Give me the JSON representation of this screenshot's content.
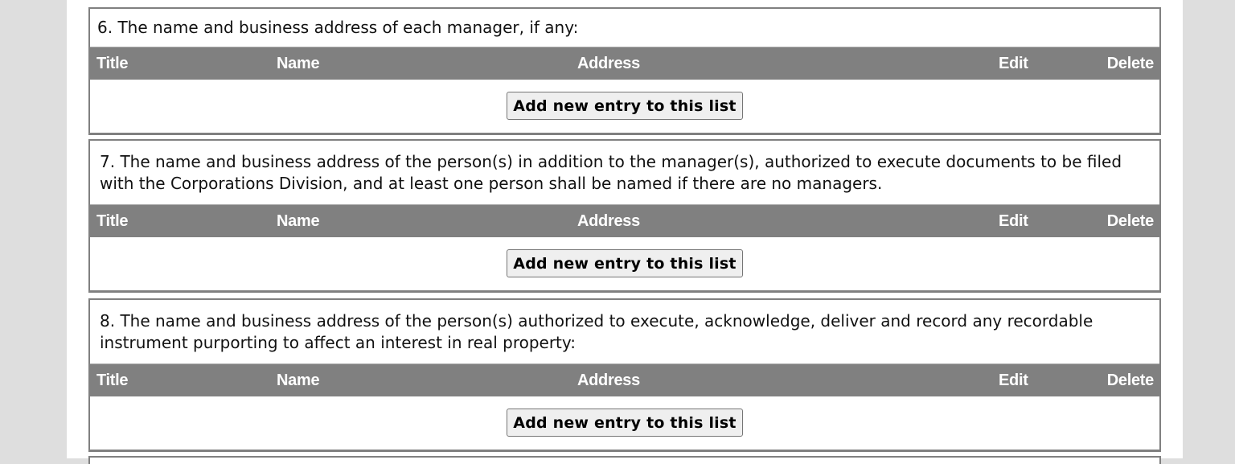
{
  "sections": [
    {
      "number": "6",
      "question": "6. The name and business address of each manager, if any:",
      "columns": {
        "title": "Title",
        "name": "Name",
        "address": "Address",
        "edit": "Edit",
        "delete": "Delete"
      },
      "rows": [],
      "add_button_label": "Add new entry to this list"
    },
    {
      "number": "7",
      "question": "7. The name and business address of the person(s) in addition to the manager(s), authorized to execute documents to be filed with the Corporations Division, and at least one person shall be named if there are no managers.",
      "columns": {
        "title": "Title",
        "name": "Name",
        "address": "Address",
        "edit": "Edit",
        "delete": "Delete"
      },
      "rows": [],
      "add_button_label": "Add new entry to this list"
    },
    {
      "number": "8",
      "question": "8. The name and business address of the person(s) authorized to execute, acknowledge, deliver and record any recordable instrument purporting to affect an interest in real property:",
      "columns": {
        "title": "Title",
        "name": "Name",
        "address": "Address",
        "edit": "Edit",
        "delete": "Delete"
      },
      "rows": [],
      "add_button_label": "Add new entry to this list"
    }
  ],
  "colors": {
    "page_background": "#dedede",
    "content_background": "#ffffff",
    "table_header_background": "#808080",
    "table_header_text": "#ffffff",
    "section_border": "#808080",
    "button_background": "#efefef"
  }
}
